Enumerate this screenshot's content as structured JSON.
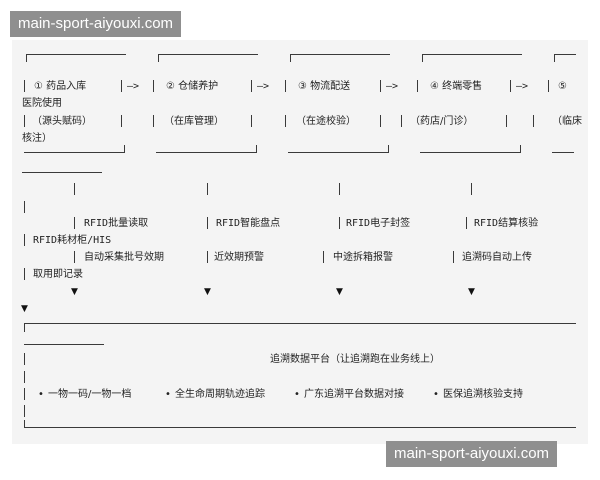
{
  "watermark_top": "main-sport-aiyouxi.com",
  "watermark_bottom": "main-sport-aiyouxi.com",
  "arrow_text": "—>",
  "stages": [
    {
      "title": "① 药品入库",
      "sub": "（源头赋码）"
    },
    {
      "title": "② 仓储养护",
      "sub": "（在库管理）"
    },
    {
      "title": "③ 物流配送",
      "sub": "（在途校验）"
    },
    {
      "title": "④ 终端零售",
      "sub": "（药店/门诊）"
    },
    {
      "title": "⑤",
      "sub": "（临床"
    }
  ],
  "stage5_line2": "医院使用",
  "stage5_line4": "核注）",
  "tech_row1": [
    "RFID批量读取",
    "RFID智能盘点",
    "RFID电子封签",
    "RFID结算核验"
  ],
  "tech_row2": [
    "RFID耗材柜/HIS",
    "自动采集批号效期",
    "近效期预警",
    "中途拆箱报警",
    "追溯码自动上传"
  ],
  "tech_row3": [
    "取用即记录"
  ],
  "platform": {
    "title": "追溯数据平台（让追溯跑在业务线上）",
    "features": [
      "一物一码/一物一档",
      "全生命周期轨迹追踪",
      "广东追溯平台数据对接",
      "医保追溯核验支持"
    ]
  }
}
